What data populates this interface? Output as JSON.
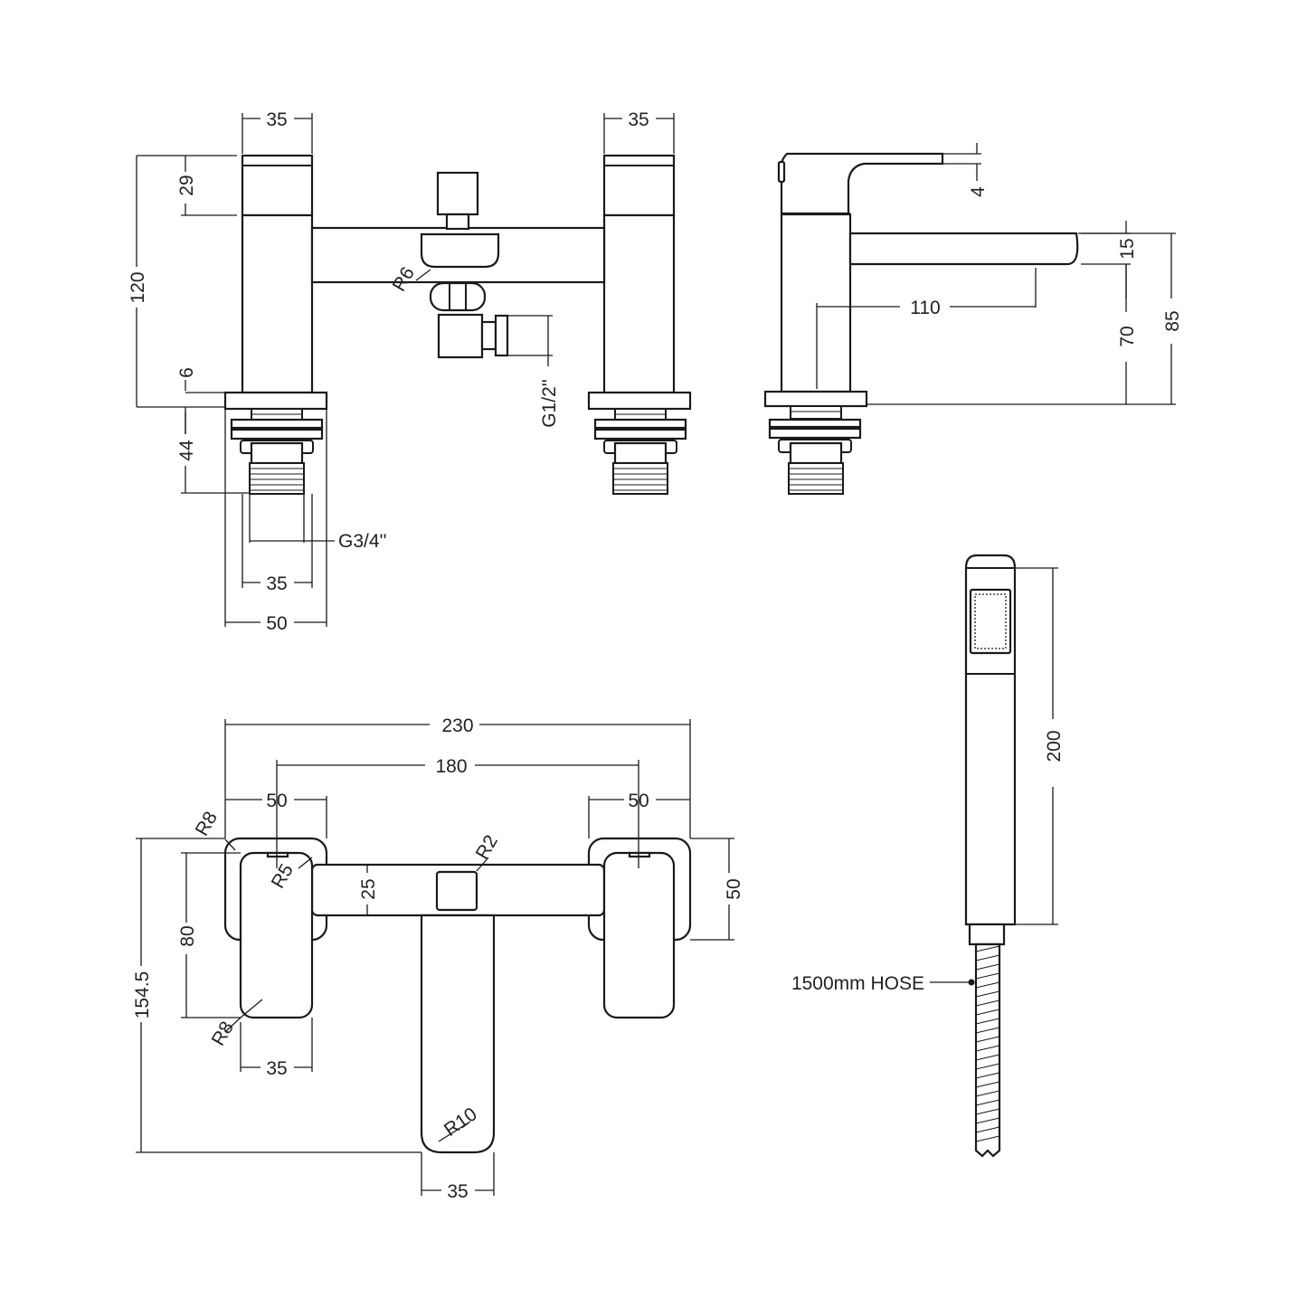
{
  "colors": {
    "line": "#1a1a1a",
    "text": "#222222",
    "background": "#ffffff"
  },
  "front_view": {
    "pillar_width_left": "35",
    "pillar_width_right": "35",
    "handle_height": "29",
    "overall_height": "120",
    "base_plate_thickness": "6",
    "shank_length": "44",
    "diverter_radius": "R6",
    "diverter_outlet_thread": "G1/2''",
    "shank_thread": "G3/4''",
    "shank_width": "35",
    "base_width": "50"
  },
  "side_view": {
    "lever_gap": "4",
    "spout_thickness": "15",
    "spout_reach": "110",
    "spout_height": "70",
    "total_height": "85"
  },
  "top_view": {
    "overall_width": "230",
    "centres": "180",
    "base_width_left": "50",
    "base_width_right": "50",
    "base_corner_radius": "R8",
    "handle_corner_radius": "R8",
    "bridge_corner_radius": "R5",
    "diverter_corner_radius": "R2",
    "bridge_depth": "25",
    "base_depth": "50",
    "handle_depth": "80",
    "overall_depth": "154.5",
    "handle_width": "35",
    "spout_radius": "R10",
    "spout_width": "35"
  },
  "handset": {
    "length": "200",
    "hose_label": "1500mm HOSE"
  }
}
